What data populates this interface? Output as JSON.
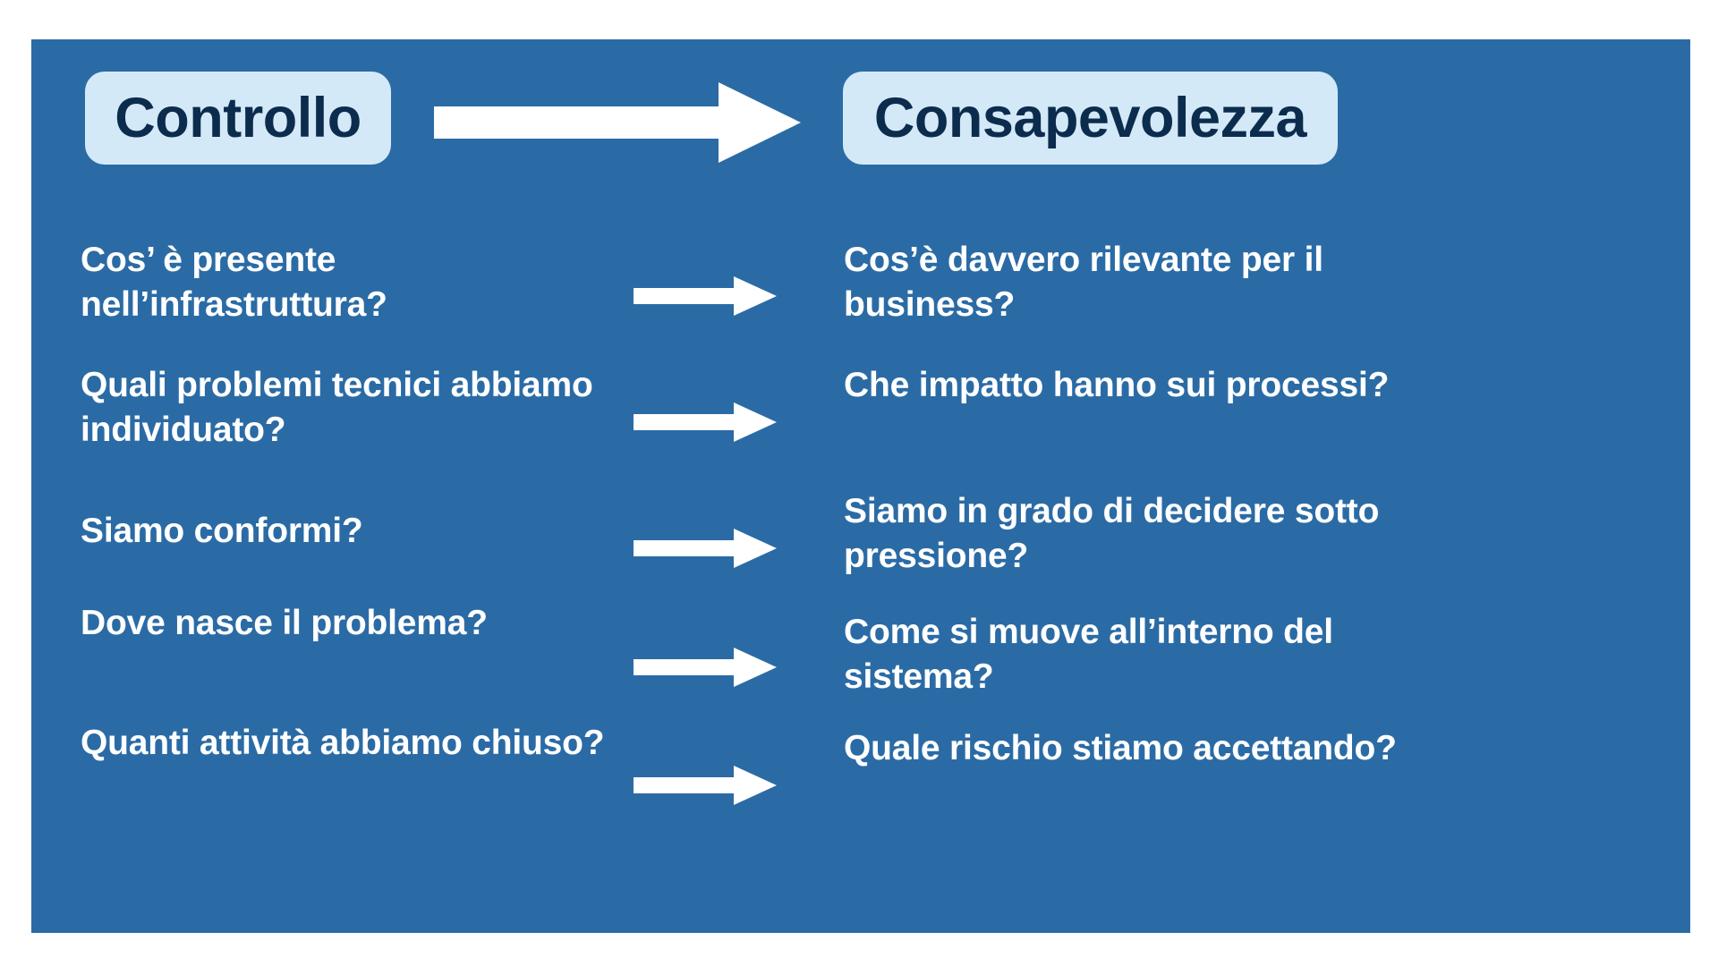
{
  "slide": {
    "panel_color": "#2b6ba5",
    "pill_background": "#d4e9f7",
    "pill_text_color": "#0c2c4e",
    "body_text_color": "#ffffff",
    "arrow_color": "#ffffff"
  },
  "header": {
    "left_label": "Controllo",
    "right_label": "Consapevolezza",
    "arrow": "right-arrow-icon"
  },
  "rows": [
    {
      "left": "Cos’ è presente nell’infrastruttura?",
      "arrow": "right-arrow-icon",
      "right": "Cos’è davvero rilevante per il business?"
    },
    {
      "left": "Quali problemi tecnici abbiamo individuato?",
      "arrow": "right-arrow-icon",
      "right": "Che impatto hanno sui processi?"
    },
    {
      "left": "Siamo conformi?",
      "arrow": "right-arrow-icon",
      "right": "Siamo in grado di decidere sotto pressione?"
    },
    {
      "left": "Dove nasce il problema?",
      "arrow": "right-arrow-icon",
      "right": "Come si muove all’interno del sistema?"
    },
    {
      "left": "Quanti attività abbiamo chiuso?",
      "arrow": "right-arrow-icon",
      "right": "Quale rischio stiamo accettando?"
    }
  ]
}
